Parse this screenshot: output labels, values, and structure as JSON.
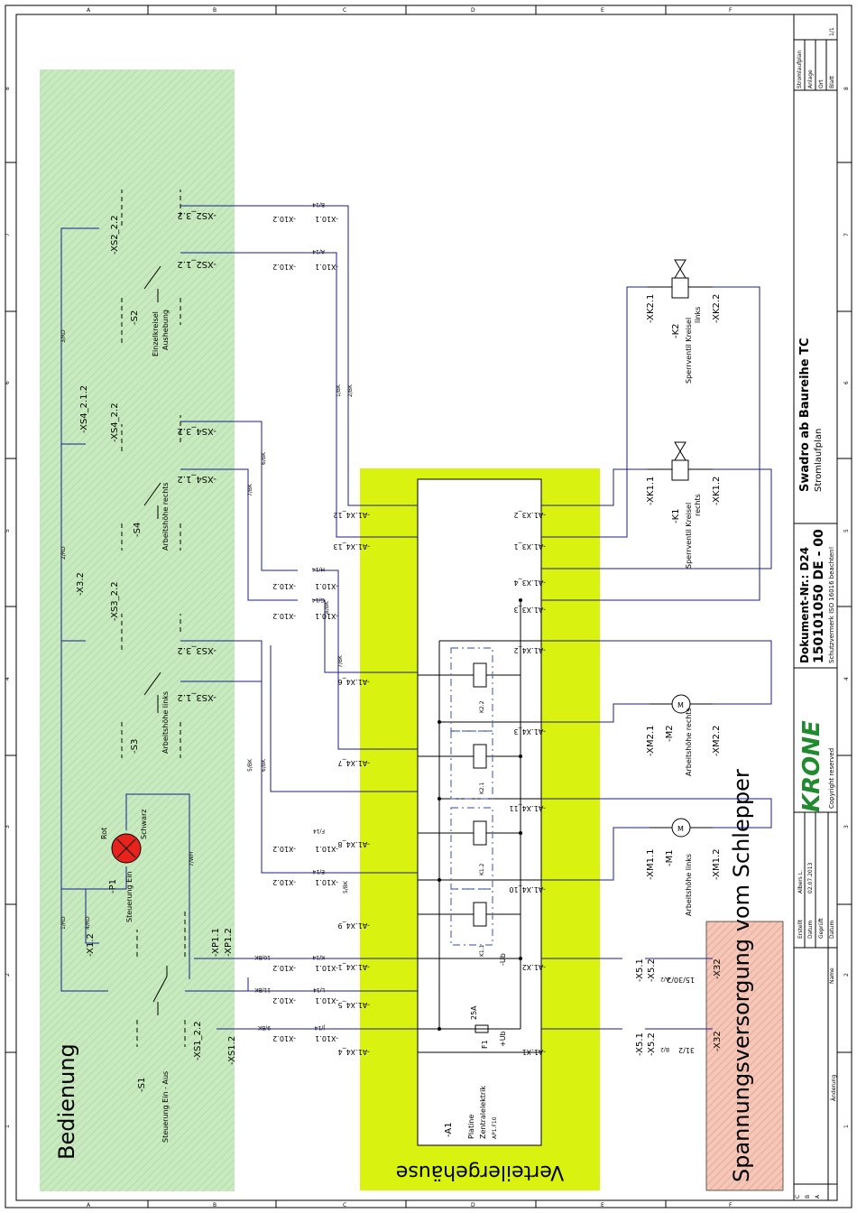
{
  "frame": {
    "col_letters": [
      "A",
      "B",
      "C",
      "D",
      "E",
      "F"
    ],
    "row_numbers": [
      "8",
      "7",
      "6",
      "5",
      "4",
      "3",
      "2",
      "1"
    ]
  },
  "zones": {
    "bedienung": "Bedienung",
    "verteiler": "Verteilergehäuse",
    "versorgung": "Spannungsversorgung vom Schlepper"
  },
  "title_block": {
    "title": "Swadro ab Baureihe TC",
    "subtitle": "Stromlaufplan",
    "doc_nr": "Dokument-Nr.: D24",
    "doc_code": "150101050 DE - 00",
    "iso_note": "Schutzvermerk ISO 16016 beachten!",
    "copyright": "Copyright reserved",
    "logo": "KRONE",
    "cells": {
      "erstellt": "Erstellt",
      "datum": "Datum",
      "geprueft": "Geprüft",
      "name": "Name",
      "bearb": "Albers L.",
      "date": "02.07.2013",
      "aenderung": "Änderung",
      "stromlaufplan": "Stromlaufplan",
      "anlage": "Anlage",
      "ort": "Ort",
      "blatt": "Blatt",
      "blatt_val": "1/1"
    }
  },
  "left_devices": {
    "s1": {
      "ref": "-S1",
      "label": "Steuerung Ein - Aus"
    },
    "p1": {
      "ref": "-P1",
      "label": "Steuerung Ein",
      "rot": "Rot",
      "schwarz": "Schwarz"
    },
    "s3": {
      "ref": "-S3",
      "label": "Arbeitshöhe links"
    },
    "s4": {
      "ref": "-S4",
      "label": "Arbeitshöhe rechts"
    },
    "s2": {
      "ref": "-S2",
      "label1": "Einzelkreisel",
      "label2": "Aushebung"
    },
    "conns": [
      "-XS1.2",
      "-XS1_2.2",
      "-X1.2",
      "-XP1.1",
      "-XP1.2",
      "-XS3_1.2",
      "-XS3_2.2",
      "-XS3_3.2",
      "-X3.2",
      "-XS4_1.2",
      "-XS4_2.2",
      "-XS4_3.2",
      "-XS4_2.1.2",
      "-XS2_1.2",
      "-XS2_2.2",
      "-XS2_3.2"
    ],
    "wires": [
      "1/RD",
      "4/RD",
      "2/RD",
      "3/RD",
      "7/WH",
      "5/BK",
      "6/BK",
      "7/BK",
      "8/BK",
      "1/BK",
      "2/BK"
    ]
  },
  "mid_conns": [
    "-X10.2",
    "-X10.1",
    "J/14",
    "L/14",
    "K/14",
    "E/14",
    "F/14",
    "G/14",
    "H/14",
    "A/14",
    "B/14",
    "9/BK",
    "11/BK",
    "10/BK"
  ],
  "a1": {
    "ref": "-A1",
    "label1": "Platine",
    "label2": "Zentralelektrik",
    "ap": "AP1.F10",
    "fuse": "F1",
    "fuse_val": "25A",
    "ub_plus": "+Ub",
    "ub_minus": "-Ub",
    "relays": [
      "K1.1",
      "K1.2",
      "K2.1",
      "K2.2"
    ],
    "left_pins": [
      "-A1.X4_4",
      "-A1.X4_5",
      "-A1.X4_1",
      "-A1.X4_9",
      "-A1.X4_8",
      "-A1.X4_7",
      "-A1.X4_6",
      "-A1.X4_13",
      "-A1.X4_12"
    ],
    "right_pins": [
      "-A1.X1",
      "-A1.X2",
      "-A1.X4_10",
      "-A1.X4_11",
      "-A1.X4_3",
      "-A1.X4_2",
      "-A1.X3_3",
      "-A1.X3_4",
      "-A1.X3_1",
      "-A1.X3_2"
    ]
  },
  "right_devices": {
    "m1": {
      "ref": "-M1",
      "label": "Arbeitshöhe links",
      "c1": "-XM1.1",
      "c2": "-XM1.2"
    },
    "m2": {
      "ref": "-M2",
      "label": "Arbeitshöhe rechts",
      "c1": "-XM2.1",
      "c2": "-XM2.2"
    },
    "k1": {
      "ref": "-K1",
      "label1": "Sperrventil Kreisel",
      "label2": "rechts",
      "c1": "-XK1.1",
      "c2": "-XK1.2"
    },
    "k2": {
      "ref": "-K2",
      "label1": "Sperrventil Kreisel",
      "label2": "links",
      "c1": "-XK2.1",
      "c2": "-XK2.2"
    },
    "supply": [
      "-X5.1",
      "-X5.2",
      "-X32",
      "15/30/2",
      "31/2",
      "A/2",
      "B/2"
    ]
  },
  "colors": {
    "zone_green": "#c9eac0",
    "zone_yellow": "#d9f20f",
    "zone_red": "#f5c7b8",
    "wire": "#1a1f8c",
    "lamp": "#e8231b"
  }
}
